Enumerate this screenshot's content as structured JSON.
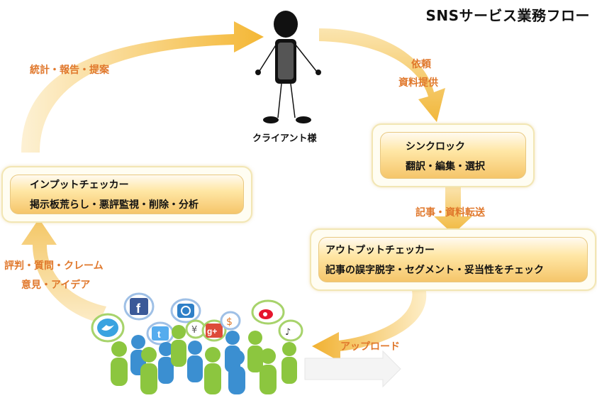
{
  "title": "SNSサービス業務フロー",
  "client": {
    "label": "クライアント様"
  },
  "arrow_labels": {
    "stats": "統計・報告・提案",
    "request_line1": "依頼",
    "request_line2": "資料提供",
    "articles": "記事・資料転送",
    "upload": "アップロード",
    "feedback_line1": "評判・質問・クレーム",
    "feedback_line2": "意見・アイデア"
  },
  "cards": {
    "synclock": {
      "title": "シンクロック",
      "subtitle": "翻訳・編集・選択"
    },
    "output_checker": {
      "title": "アウトプットチェッカー",
      "subtitle": "記事の誤字脱字・セグメント・妥当性をチェック"
    },
    "input_checker": {
      "title": "インプットチェッカー",
      "subtitle": "掲示板荒らし・悪評監視・削除・分析"
    }
  },
  "social_icons": [
    "twitter-icon",
    "facebook-icon",
    "twitter-icon",
    "pixiv-icon",
    "yen-icon",
    "google-plus-icon",
    "dollar-icon",
    "weibo-icon",
    "music-note-icon"
  ],
  "colors": {
    "arrow": "#f2c25a",
    "label": "#e0782c",
    "people_green": "#8cc63f",
    "people_blue": "#3b8fd1"
  }
}
